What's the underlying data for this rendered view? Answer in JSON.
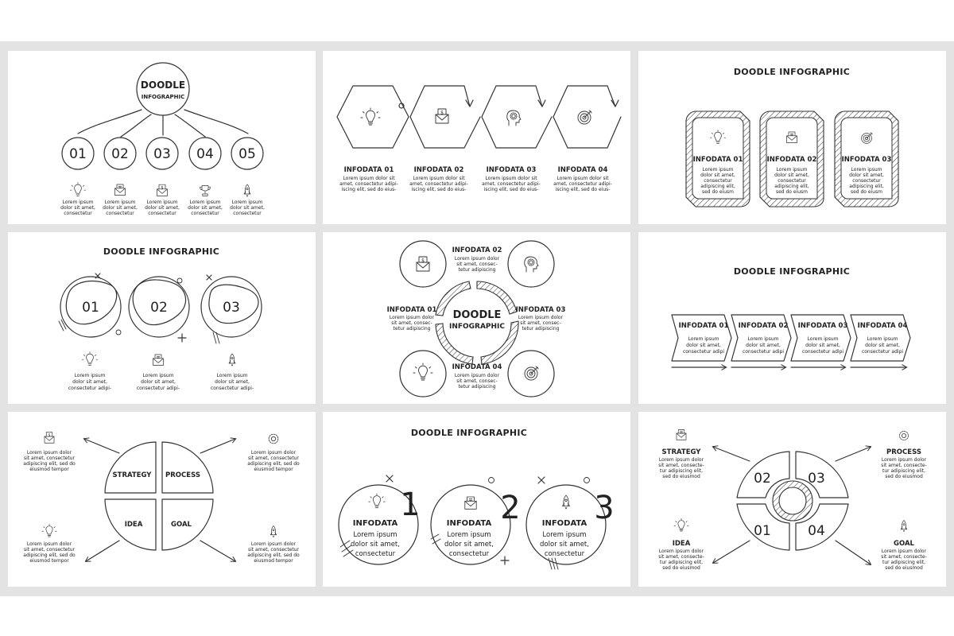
{
  "colors": {
    "background": "#e3e3e3",
    "panel": "#ffffff",
    "ink": "#333333"
  },
  "panel1": {
    "title_line1": "DOODLE",
    "title_line2": "INFOGRAPHIC",
    "items": [
      {
        "num": "01",
        "icon": "lightbulb-icon",
        "text": [
          "Lorem ipsum",
          "dolor sit amet,",
          "consectetur"
        ]
      },
      {
        "num": "02",
        "icon": "envelope-icon",
        "text": [
          "Lorem ipsum",
          "dolor sit amet,",
          "consectetur"
        ]
      },
      {
        "num": "03",
        "icon": "money-icon",
        "text": [
          "Lorem ipsum",
          "dolor sit amet,",
          "consectetur"
        ]
      },
      {
        "num": "04",
        "icon": "trophy-icon",
        "text": [
          "Lorem ipsum",
          "dolor sit amet,",
          "consectetur"
        ]
      },
      {
        "num": "05",
        "icon": "rocket-icon",
        "text": [
          "Lorem ipsum",
          "dolor sit amet,",
          "consectetur"
        ]
      }
    ]
  },
  "panel2": {
    "items": [
      {
        "label": "INFODATA 01",
        "icon": "lightbulb-icon",
        "text": [
          "Lorem ipsum dolor sit",
          "amet, consectetur adipi-",
          "iscing elit, sed do eius-"
        ]
      },
      {
        "label": "INFODATA 02",
        "icon": "envelope-icon",
        "text": [
          "Lorem ipsum dolor sit",
          "amet, consectetur adipi-",
          "iscing elit, sed do eius-"
        ]
      },
      {
        "label": "INFODATA 03",
        "icon": "head-gear-icon",
        "text": [
          "Lorem ipsum dolor sit",
          "amet, consectetur adipi-",
          "iscing elit, sed do eius-"
        ]
      },
      {
        "label": "INFODATA 04",
        "icon": "target-icon",
        "text": [
          "Lorem ipsum dolor sit",
          "amet, consectetur adipi-",
          "iscing elit, sed do eius-"
        ]
      }
    ]
  },
  "panel3": {
    "title": "DOODLE INFOGRAPHIC",
    "items": [
      {
        "label": "INFODATA 01",
        "icon": "lightbulb-icon",
        "text": [
          "Lorem ipsum",
          "dolor sit amet,",
          "consectetur",
          "adipiscing elit,",
          "sed do eiusm"
        ]
      },
      {
        "label": "INFODATA 02",
        "icon": "envelope-icon",
        "text": [
          "Lorem ipsum",
          "dolor sit amet,",
          "consectetur",
          "adipiscing elit,",
          "sed do eiusm"
        ]
      },
      {
        "label": "INFODATA 03",
        "icon": "target-icon",
        "text": [
          "Lorem ipsum",
          "dolor sit amet,",
          "consectetur",
          "adipiscing elit,",
          "sed do eiusm"
        ]
      }
    ]
  },
  "panel4": {
    "title": "DOODLE INFOGRAPHIC",
    "items": [
      {
        "num": "01",
        "icon": "lightbulb-icon",
        "text": [
          "Lorem ipsum",
          "dolor sit amet,",
          "consectetur adipi-"
        ]
      },
      {
        "num": "02",
        "icon": "envelope-icon",
        "text": [
          "Lorem ipsum",
          "dolor sit amet,",
          "consectetur adipi-"
        ]
      },
      {
        "num": "03",
        "icon": "rocket-icon",
        "text": [
          "Lorem ipsum",
          "dolor sit amet,",
          "consectetur adipi-"
        ]
      }
    ]
  },
  "panel5": {
    "center_line1": "DOODLE",
    "center_line2": "INFOGRAPHIC",
    "items": [
      {
        "label": "INFODATA 01",
        "icon": "lightbulb-icon",
        "text": [
          "Lorem ipsum dolor",
          "sit amet, consec-",
          "tetur   adipiscing"
        ]
      },
      {
        "label": "INFODATA 02",
        "icon": "money-envelope-icon",
        "text": [
          "Lorem ipsum dolor",
          "sit amet, consec-",
          "tetur   adipiscing"
        ]
      },
      {
        "label": "INFODATA 03",
        "icon": "head-gear-icon",
        "text": [
          "Lorem ipsum dolor",
          "sit amet, consec-",
          "tetur   adipiscing"
        ]
      },
      {
        "label": "INFODATA 04",
        "icon": "target-icon",
        "text": [
          "Lorem ipsum dolor",
          "sit amet, consec-",
          "tetur   adipiscing"
        ]
      }
    ]
  },
  "panel6": {
    "title": "DOODLE INFOGRAPHIC",
    "items": [
      {
        "label": "INFODATA 01",
        "text": [
          "Lorem ipsum",
          "dolor sit amet,",
          "consectetur adipi"
        ]
      },
      {
        "label": "INFODATA 02",
        "text": [
          "Lorem ipsum",
          "dolor sit amet,",
          "consectetur adipi"
        ]
      },
      {
        "label": "INFODATA 03",
        "text": [
          "Lorem ipsum",
          "dolor sit amet,",
          "consectetur adipi"
        ]
      },
      {
        "label": "INFODATA 04",
        "text": [
          "Lorem ipsum",
          "dolor sit amet,",
          "consectetur adipi"
        ]
      }
    ]
  },
  "panel7": {
    "quadrants": [
      "STRATEGY",
      "PROCESS",
      "IDEA",
      "GOAL"
    ],
    "notes": [
      {
        "icon": "money-envelope-icon",
        "text": [
          "Lorem ipsum dolor",
          "sit amet, consectetur",
          "adipiscing elit, sed do",
          "eiusmod tempor"
        ]
      },
      {
        "icon": "gear-icon",
        "text": [
          "Lorem ipsum dolor",
          "sit amet, consectetur",
          "adipiscing elit, sed do",
          "eiusmod tempor"
        ]
      },
      {
        "icon": "lightbulb-icon",
        "text": [
          "Lorem ipsum dolor",
          "sit amet, consectetur",
          "adipiscing elit, sed do",
          "eiusmod tempor"
        ]
      },
      {
        "icon": "rocket-icon",
        "text": [
          "Lorem ipsum dolor",
          "sit amet, consectetur",
          "adipiscing elit, sed do",
          "eiusmod tempor"
        ]
      }
    ]
  },
  "panel8": {
    "title": "DOODLE INFOGRAPHIC",
    "items": [
      {
        "big": "1",
        "label": "INFODATA",
        "icon": "lightbulb-icon",
        "text": [
          "Lorem ipsum",
          "dolor sit amet,",
          "consectetur"
        ]
      },
      {
        "big": "2",
        "label": "INFODATA",
        "icon": "envelope-icon",
        "text": [
          "Lorem ipsum",
          "dolor sit amet,",
          "consectetur"
        ]
      },
      {
        "big": "3",
        "label": "INFODATA",
        "icon": "rocket-icon",
        "text": [
          "Lorem ipsum",
          "dolor sit amet,",
          "consectetur"
        ]
      }
    ]
  },
  "panel9": {
    "segments": [
      "02",
      "03",
      "01",
      "04"
    ],
    "items": [
      {
        "label": "STRATEGY",
        "icon": "envelope-icon",
        "text": [
          "Lorem ipsum dolor",
          "sit amet, consecte-",
          "tur adipiscing elit,",
          "sed do eiusmod"
        ]
      },
      {
        "label": "PROCESS",
        "icon": "gear-icon",
        "text": [
          "Lorem ipsum dolor",
          "sit amet, consecte-",
          "tur adipiscing elit,",
          "sed do eiusmod"
        ]
      },
      {
        "label": "IDEA",
        "icon": "lightbulb-icon",
        "text": [
          "Lorem ipsum dolor",
          "sit amet, consecte-",
          "tur adipiscing elit,",
          "sed do eiusmod"
        ]
      },
      {
        "label": "GOAL",
        "icon": "rocket-icon",
        "text": [
          "Lorem ipsum dolor",
          "sit amet, consecte-",
          "tur adipiscing elit,",
          "sed do eiusmod"
        ]
      }
    ]
  }
}
